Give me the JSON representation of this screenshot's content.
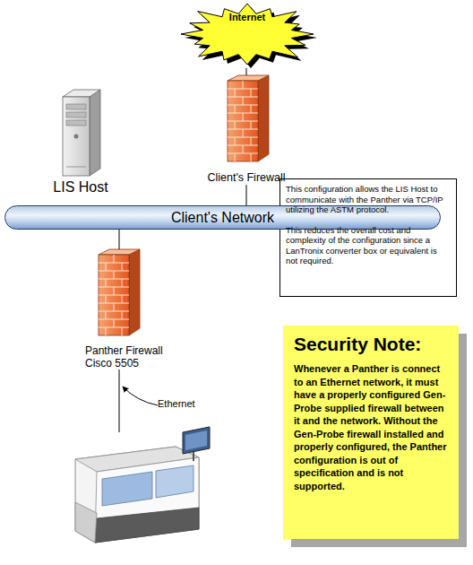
{
  "diagram": {
    "nodes": [
      {
        "text": [
          "Internet"
        ]
      },
      {
        "text": [
          "Client's Firewall"
        ]
      },
      {
        "text": [
          "LIS Host"
        ]
      },
      {
        "text": [
          "This configuration allows the LIS Host to communicate with the Panther via TCP/IP utilizing the ASTM protocol.",
          "This reduces the overall cost and complexity of the configuration since a LanTronix converter box or equivalent is not required."
        ]
      },
      {
        "text": [
          "Client's Network"
        ]
      },
      {
        "text": [
          "Panther Firewall Cisco 5505"
        ]
      },
      {
        "text": [
          "Security Note:",
          "Whenever a Panther is connect to an Ethernet network, it must have a properly configured Gen-Probe supplied firewall between it and the network. Without the Gen-Probe firewall installed and properly configured, the Panther configuration is out of specification and is not supported."
        ]
      }
    ],
    "edges": [
      {
        "from": 0,
        "to": 1,
        "arrow": "none"
      },
      {
        "from": 1,
        "to": 4,
        "arrow": "none"
      },
      {
        "from": 4,
        "to": 5,
        "arrow": "none"
      }
    ],
    "labels": [
      "Ethernet"
    ]
  }
}
